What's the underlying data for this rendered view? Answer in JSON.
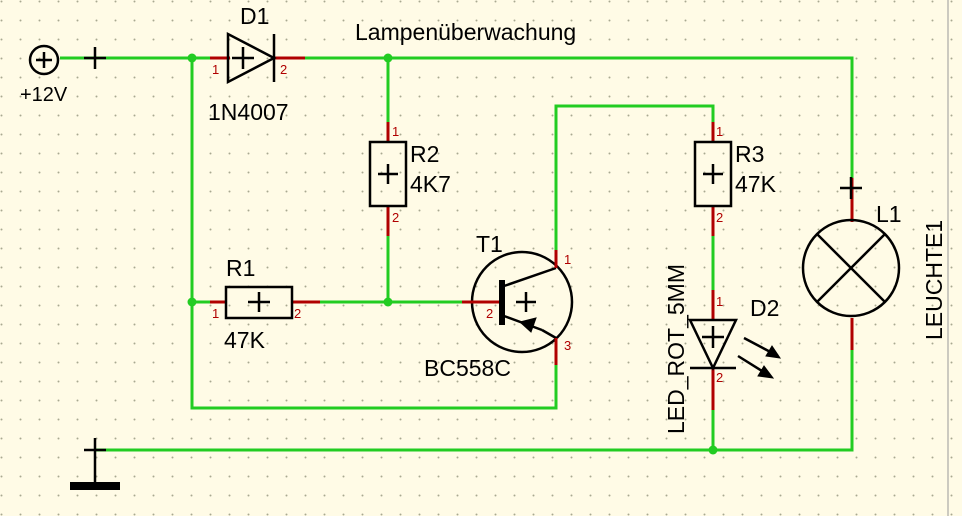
{
  "title": "Lampenüberwachung",
  "supply": {
    "label": "+12V"
  },
  "components": {
    "d1": {
      "ref": "D1",
      "value": "1N4007",
      "pin1": "1",
      "pin2": "2"
    },
    "r1": {
      "ref": "R1",
      "value": "47K",
      "pin1": "1",
      "pin2": "2"
    },
    "r2": {
      "ref": "R2",
      "value": "4K7",
      "pin1": "1",
      "pin2": "2"
    },
    "r3": {
      "ref": "R3",
      "value": "47K",
      "pin1": "1",
      "pin2": "2"
    },
    "t1": {
      "ref": "T1",
      "value": "BC558C",
      "pin1": "1",
      "pin2": "2",
      "pin3": "3"
    },
    "d2": {
      "ref": "D2",
      "value": "LED_ROT_5MM",
      "pin1": "1",
      "pin2": "2"
    },
    "l1": {
      "ref": "L1",
      "value": "LEUCHTE1"
    }
  },
  "colors": {
    "wire": "#22cc22",
    "lead": "#b00000",
    "background": "#fffbe6",
    "grid": "#a8a890"
  }
}
